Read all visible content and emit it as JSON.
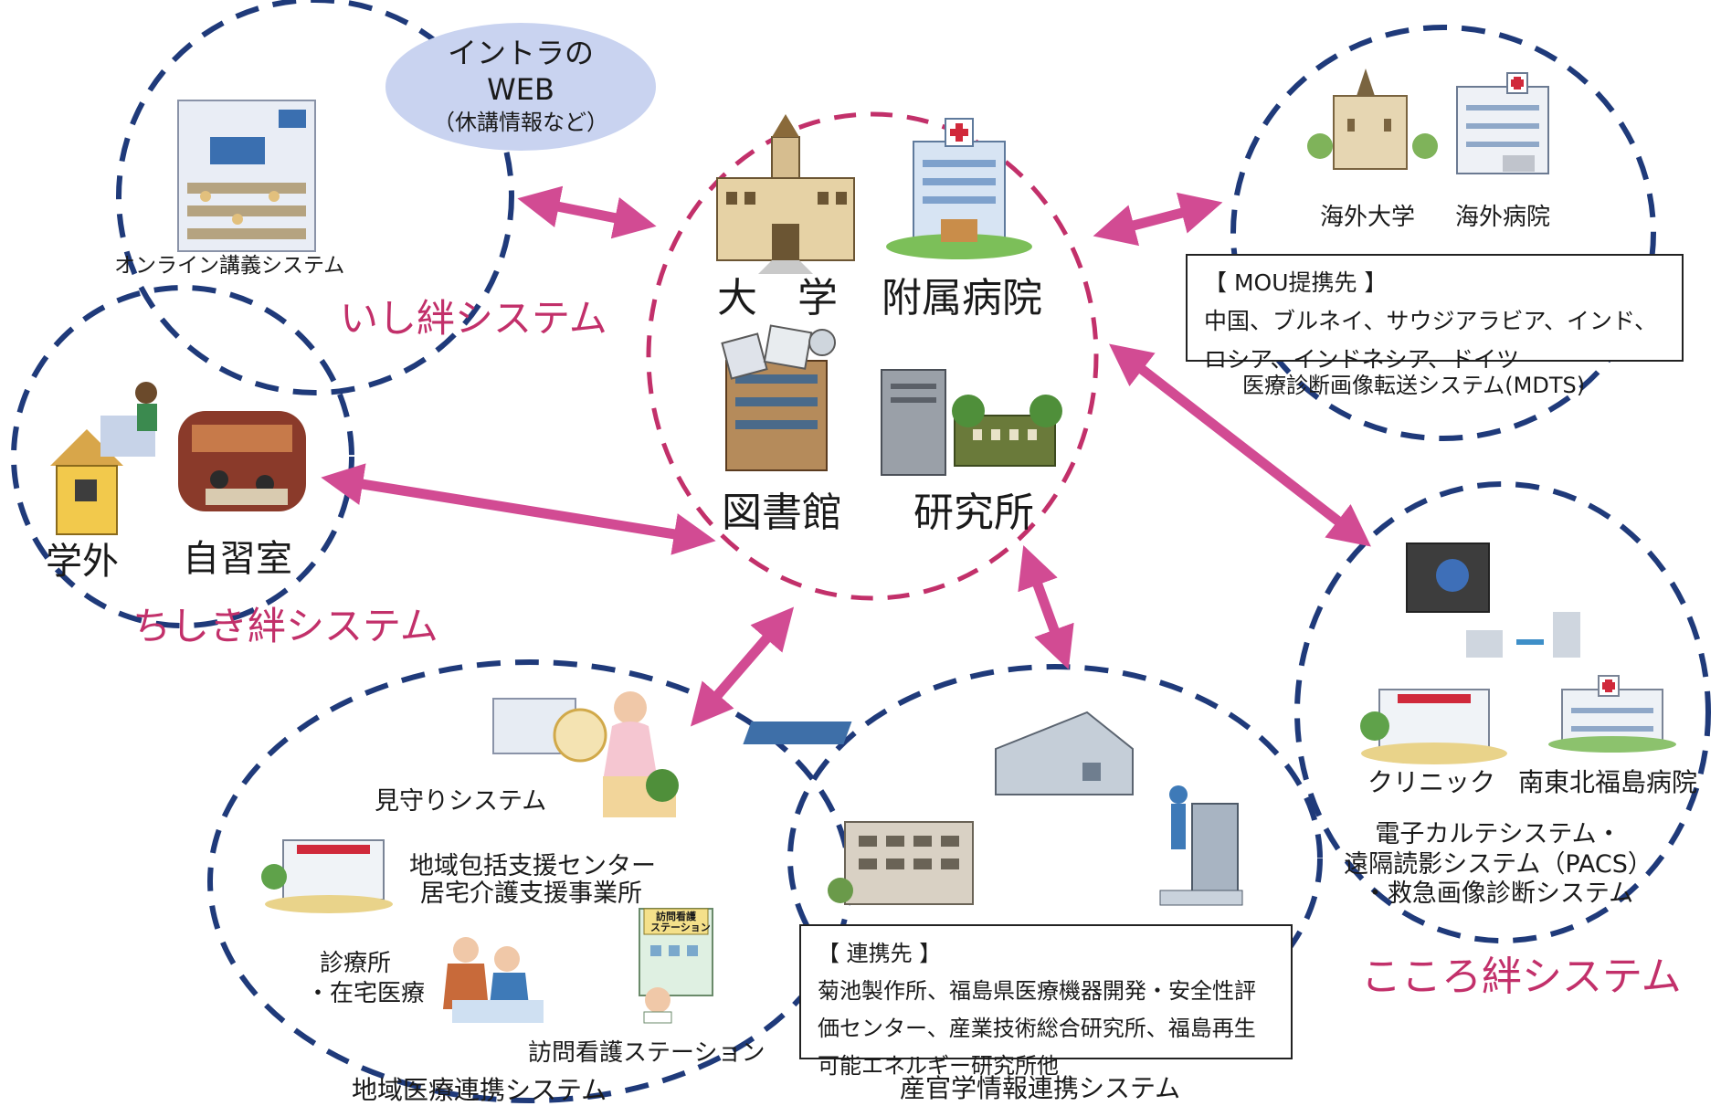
{
  "colors": {
    "circle_navy": "#1f3a7a",
    "circle_pink": "#c2306a",
    "arrow_pink": "#d24b93",
    "bubble_fill": "#c9d3f0",
    "system_label": "#c2306a"
  },
  "icons": {
    "university": "university-building-icon",
    "hospital": "hospital-building-icon",
    "library": "library-building-icon",
    "research": "research-institute-icon",
    "online_lecture": "lecture-hall-icon",
    "home": "house-icon",
    "self_study": "study-room-icon",
    "overseas_univ": "overseas-university-icon",
    "overseas_hosp": "overseas-hospital-icon",
    "pacs_device": "portable-device-icon",
    "clinic": "clinic-building-icon",
    "south_hospital": "hospital-building-icon",
    "factory": "factory-icon",
    "robot": "robot-arm-icon",
    "nurse": "nurse-icon",
    "care_station": "care-station-icon"
  },
  "center": {
    "university": "大　学",
    "hospital": "附属病院",
    "library": "図書館",
    "research": "研究所"
  },
  "ishi": {
    "bubble_line1": "イントラの",
    "bubble_line2": "WEB",
    "bubble_line3": "（休講情報など）",
    "online_lecture": "オンライン講義システム",
    "system_name": "いし絆システム"
  },
  "chishiki": {
    "outside": "学外",
    "self_study": "自習室",
    "system_name": "ちしき絆システム"
  },
  "overseas": {
    "univ": "海外大学",
    "hosp": "海外病院",
    "mou_title": "【 MOU提携先 】",
    "mou_line1": "中国、ブルネイ、サウジアラビア、インド、",
    "mou_line2": "ロシア、インドネシア、ドイツ",
    "mdts": "医療診断画像転送システム(MDTS)"
  },
  "kokoro": {
    "clinic": "クリニック",
    "south_hospital": "南東北福島病院",
    "line1": "電子カルテシステム・",
    "line2": "遠隔読影システム（PACS）",
    "line3": "・救急画像診断システム",
    "system_name": "こころ絆システム"
  },
  "regional": {
    "watch": "見守りシステム",
    "center_line1": "地域包括支援センター",
    "center_line2": "居宅介護支援事業所",
    "clinic_line1": "診療所",
    "clinic_line2": "・在宅医療",
    "station_sign_line1": "訪問看護",
    "station_sign_line2": "ステーション",
    "station": "訪問看護ステーション",
    "system_name": "地域医療連携システム"
  },
  "industry": {
    "partner_title": "【 連携先 】",
    "partner_line1": "菊池製作所、福島県医療機器開発・安全性評",
    "partner_line2": "価センター、産業技術総合研究所、福島再生",
    "partner_line3": "可能エネルギー研究所他",
    "system_name": "産官学情報連携システム"
  }
}
